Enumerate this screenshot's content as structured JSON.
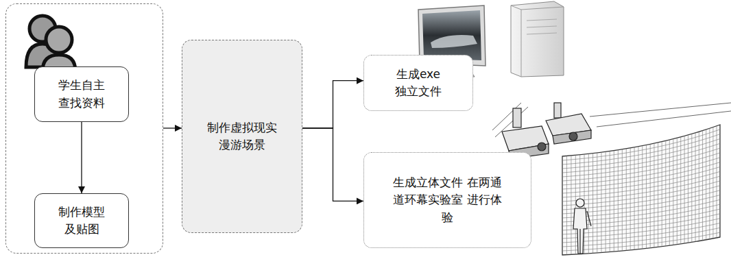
{
  "diagram": {
    "nodes": [
      {
        "text": []
      },
      {
        "text": [
          "学生自主 查找资料"
        ],
        "in": 0
      },
      {
        "text": [
          "制作模型 及贴图"
        ],
        "in": 0
      },
      {
        "text": [
          "制作虚拟现实 漫游场景"
        ]
      },
      {
        "text": [
          "生成exe 独立文件"
        ]
      },
      {
        "text": [
          "生成立体文件 在两通道环幕实验室 进行体验"
        ]
      }
    ],
    "edges": [
      {
        "from": 1,
        "to": 2,
        "arrow": "to"
      },
      {
        "from": 0,
        "to": 3,
        "arrow": "to"
      },
      {
        "from": 3,
        "to": 4,
        "arrow": "to"
      },
      {
        "from": 3,
        "to": 5,
        "arrow": "to"
      }
    ]
  }
}
